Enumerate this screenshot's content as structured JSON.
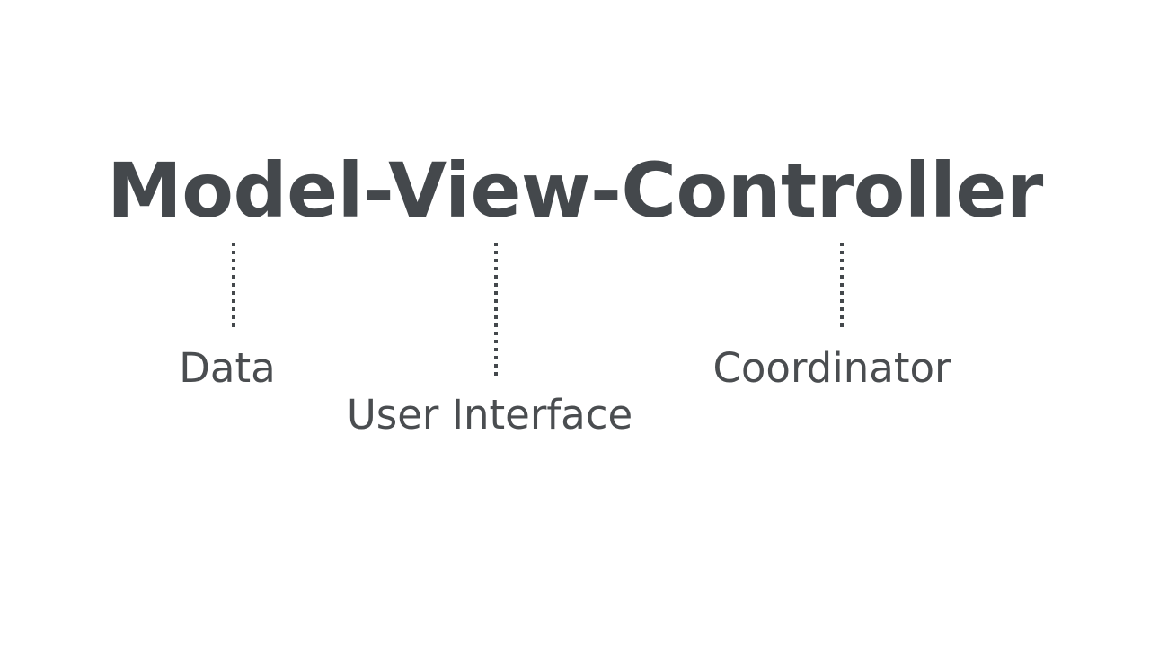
{
  "slide": {
    "background_color": "#ffffff",
    "text_color": "#44484c",
    "label_color": "#4a4d50",
    "title": "Model-View-Controller"
  },
  "diagram": {
    "type": "annotated-term-breakdown",
    "orientation": "vertical",
    "connector_style": "dotted",
    "connector_color": "#44484c",
    "nodes": [
      {
        "term": "Model",
        "label": "Data",
        "connector_name": "connector-model"
      },
      {
        "term": "View",
        "label": "User Interface",
        "connector_name": "connector-view"
      },
      {
        "term": "Controller",
        "label": "Coordinator",
        "connector_name": "connector-controller"
      }
    ]
  }
}
